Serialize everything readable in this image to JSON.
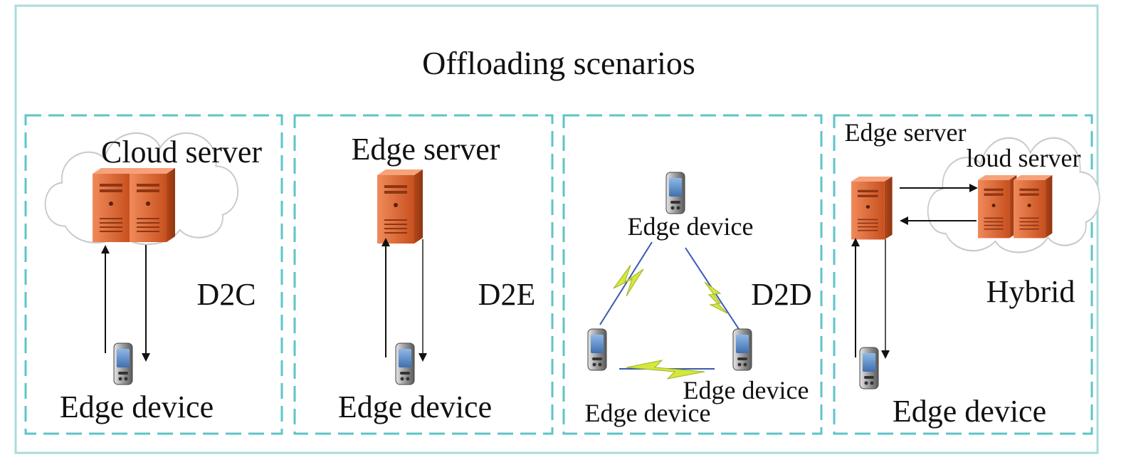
{
  "title": "Offloading scenarios",
  "panels": {
    "d2c": {
      "server_label": "Cloud server",
      "device_label": "Edge device",
      "mode_label": "D2C"
    },
    "d2e": {
      "server_label": "Edge server",
      "device_label": "Edge device",
      "mode_label": "D2E"
    },
    "d2d": {
      "device_top_label": "Edge device",
      "device_right_label": "Edge device",
      "device_left_label": "Edge device",
      "mode_label": "D2D"
    },
    "hybrid": {
      "edge_server_label": "Edge server",
      "cloud_server_label": "loud server",
      "device_label": "Edge device",
      "mode_label": "Hybrid"
    }
  },
  "icons": {
    "server": "server-icon",
    "cloud": "cloud-icon",
    "device": "mobile-device-icon",
    "wireless": "lightning-link-icon"
  },
  "colors": {
    "panel_border": "#5ec4c8",
    "server_body": "#e0663a",
    "lightning": "#d4e83a"
  }
}
